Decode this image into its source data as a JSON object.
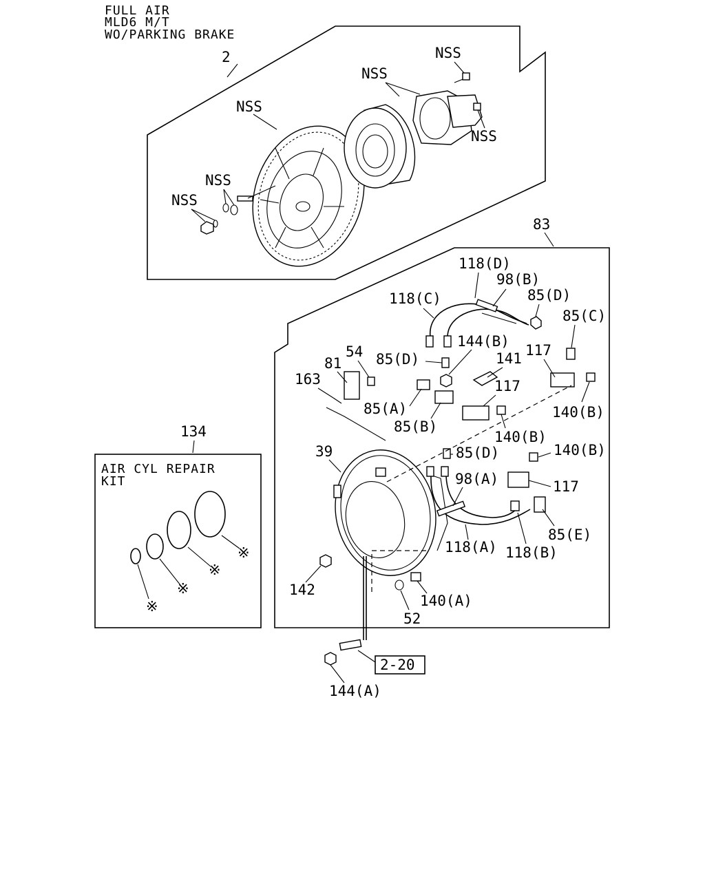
{
  "header": {
    "line1": "FULL AIR",
    "line2": "MLD6 M/T",
    "line3": "WO/PARKING BRAKE"
  },
  "callouts": {
    "c2": "2",
    "c83": "83",
    "c134": "134",
    "nss": "NSS",
    "c118d": "118(D)",
    "c98b": "98(B)",
    "c118c": "118(C)",
    "c85d": "85(D)",
    "c85c": "85(C)",
    "c144b": "144(B)",
    "c54": "54",
    "c81": "81",
    "c141": "141",
    "c117": "117",
    "c163": "163",
    "c85a": "85(A)",
    "c140b": "140(B)",
    "c85b": "85(B)",
    "c39": "39",
    "c98a": "98(A)",
    "c85e": "85(E)",
    "c118a": "118(A)",
    "c118b": "118(B)",
    "c142": "142",
    "c140a": "140(A)",
    "c52": "52",
    "c144a": "144(A)",
    "ref": "2-20"
  },
  "repair_kit": {
    "line1": "AIR CYL REPAIR",
    "line2": "KIT",
    "mark": "※"
  }
}
